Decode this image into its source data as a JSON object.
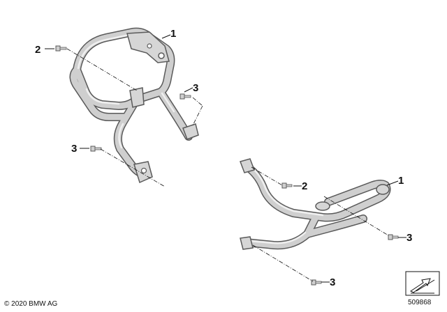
{
  "callouts": {
    "bracket_top": "1",
    "screw_top_left": "2",
    "screw_top_right": "3",
    "screw_top_lower": "3",
    "bar_bottom": "1",
    "screw_bottom_mid": "2",
    "screw_bottom_right": "3",
    "screw_bottom_lower": "3"
  },
  "copyright": "© 2020 BMW AG",
  "diagram_id": "509868",
  "colors": {
    "tube_outline": "#5a5a5a",
    "tube_fill": "#cfcfcf",
    "tube_highlight": "#efefef",
    "line": "#111111"
  },
  "icons": {
    "corner_symbol": "arrow-sheet-icon"
  }
}
